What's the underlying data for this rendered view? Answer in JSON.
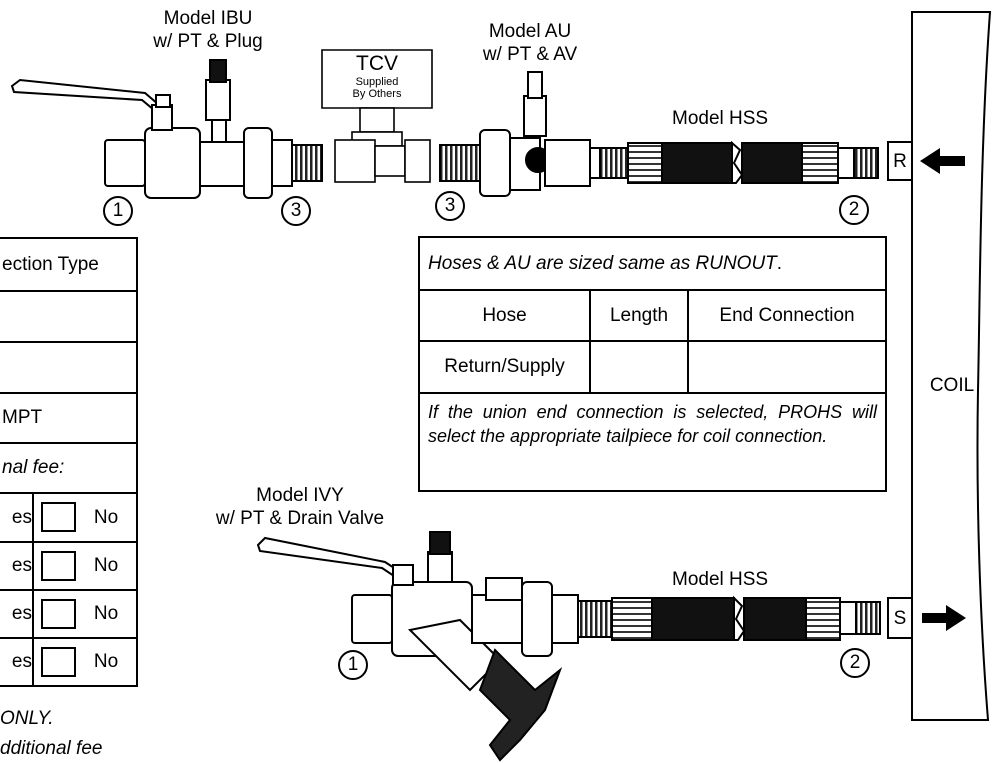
{
  "labels": {
    "ibu": [
      "Model IBU",
      "w/ PT & Plug"
    ],
    "tcv": [
      "TCV",
      "Supplied",
      "By Others"
    ],
    "au": [
      "Model AU",
      "w/ PT & AV"
    ],
    "hss_top": "Model HSS",
    "hss_bottom": "Model HSS",
    "ivy": [
      "Model IVY",
      "w/ PT & Drain Valve"
    ],
    "coil": "COIL",
    "port_r": "R",
    "port_s": "S"
  },
  "callouts": {
    "ibu_left": "1",
    "ibu_right": "3",
    "au_left": "3",
    "hss_top_right": "2",
    "ivy_left": "1",
    "hss_bottom_right": "2"
  },
  "left_table": {
    "header": "ection Type",
    "mpt_label": "MPT",
    "fee_label": "nal fee:",
    "rows": [
      {
        "yes": "es",
        "no": "No"
      },
      {
        "yes": "es",
        "no": "No"
      },
      {
        "yes": "es",
        "no": "No"
      },
      {
        "yes": "es",
        "no": "No"
      }
    ],
    "footnote1": "ONLY.",
    "footnote2": "dditional fee"
  },
  "hose_table": {
    "title_pre": "Hoses & AU are sized same as ",
    "title_em": "RUNOUT",
    "title_post": ".",
    "col_hose": "Hose",
    "col_length": "Length",
    "col_end": "End Connection",
    "row_label": "Return/Supply",
    "row_length": "",
    "row_end": "",
    "note": "If the union end connection is selected, PROHS will select the appropriate tailpiece for coil connection."
  }
}
